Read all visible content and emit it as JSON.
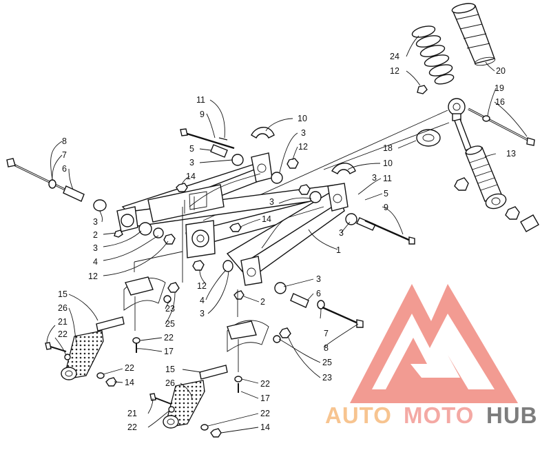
{
  "callouts": [
    {
      "id": "c1",
      "text": "1"
    },
    {
      "id": "c2a",
      "text": "2"
    },
    {
      "id": "c2b",
      "text": "2"
    },
    {
      "id": "c3a",
      "text": "3"
    },
    {
      "id": "c3b",
      "text": "3"
    },
    {
      "id": "c3c",
      "text": "3"
    },
    {
      "id": "c3d",
      "text": "3"
    },
    {
      "id": "c3e",
      "text": "3"
    },
    {
      "id": "c3f",
      "text": "3"
    },
    {
      "id": "c3g",
      "text": "3"
    },
    {
      "id": "c3h",
      "text": "3"
    },
    {
      "id": "c3i",
      "text": "3"
    },
    {
      "id": "c4a",
      "text": "4"
    },
    {
      "id": "c4b",
      "text": "4"
    },
    {
      "id": "c5a",
      "text": "5"
    },
    {
      "id": "c5b",
      "text": "5"
    },
    {
      "id": "c6a",
      "text": "6"
    },
    {
      "id": "c6b",
      "text": "6"
    },
    {
      "id": "c7a",
      "text": "7"
    },
    {
      "id": "c7b",
      "text": "7"
    },
    {
      "id": "c8a",
      "text": "8"
    },
    {
      "id": "c8b",
      "text": "8"
    },
    {
      "id": "c9a",
      "text": "9"
    },
    {
      "id": "c9b",
      "text": "9"
    },
    {
      "id": "c10a",
      "text": "10"
    },
    {
      "id": "c10b",
      "text": "10"
    },
    {
      "id": "c11a",
      "text": "11"
    },
    {
      "id": "c11b",
      "text": "11"
    },
    {
      "id": "c12a",
      "text": "12"
    },
    {
      "id": "c12b",
      "text": "12"
    },
    {
      "id": "c12c",
      "text": "12"
    },
    {
      "id": "c12d",
      "text": "12"
    },
    {
      "id": "c13",
      "text": "13"
    },
    {
      "id": "c14a",
      "text": "14"
    },
    {
      "id": "c14b",
      "text": "14"
    },
    {
      "id": "c14c",
      "text": "14"
    },
    {
      "id": "c14d",
      "text": "14"
    },
    {
      "id": "c15a",
      "text": "15"
    },
    {
      "id": "c15b",
      "text": "15"
    },
    {
      "id": "c16",
      "text": "16"
    },
    {
      "id": "c17a",
      "text": "17"
    },
    {
      "id": "c17b",
      "text": "17"
    },
    {
      "id": "c18",
      "text": "18"
    },
    {
      "id": "c19",
      "text": "19"
    },
    {
      "id": "c20",
      "text": "20"
    },
    {
      "id": "c21a",
      "text": "21"
    },
    {
      "id": "c21b",
      "text": "21"
    },
    {
      "id": "c22a",
      "text": "22"
    },
    {
      "id": "c22b",
      "text": "22"
    },
    {
      "id": "c22c",
      "text": "22"
    },
    {
      "id": "c22d",
      "text": "22"
    },
    {
      "id": "c22e",
      "text": "22"
    },
    {
      "id": "c22f",
      "text": "22"
    },
    {
      "id": "c23a",
      "text": "23"
    },
    {
      "id": "c23b",
      "text": "23"
    },
    {
      "id": "c24",
      "text": "24"
    },
    {
      "id": "c25a",
      "text": "25"
    },
    {
      "id": "c25b",
      "text": "25"
    },
    {
      "id": "c26a",
      "text": "26"
    },
    {
      "id": "c26b",
      "text": "26"
    }
  ],
  "watermark": {
    "part1": "AUTO",
    "part2": "MOTO",
    "part3": "HUB",
    "colors": {
      "auto": "#f7c490",
      "moto": "#f4a9a4",
      "hub": "#7d7d7d",
      "logo": "#f08a80"
    }
  }
}
